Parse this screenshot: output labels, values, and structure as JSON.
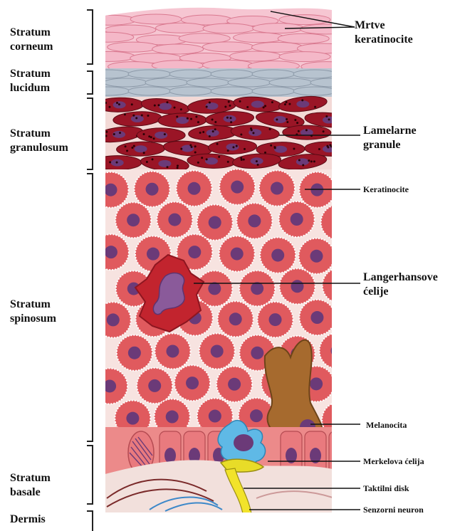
{
  "layers": {
    "corneum": {
      "line1": "Stratum",
      "line2": "corneum"
    },
    "lucidum": {
      "line1": "Stratum",
      "line2": "lucidum"
    },
    "granulosum": {
      "line1": "Stratum",
      "line2": "granulosum"
    },
    "spinosum": {
      "line1": "Stratum",
      "line2": "spinosum"
    },
    "basale": {
      "line1": "Stratum",
      "line2": "basale"
    },
    "dermis": {
      "line1": "Dermis"
    }
  },
  "callouts": {
    "dead_keratinocytes": {
      "line1": "Mrtve",
      "line2": "keratinocite"
    },
    "lamellar_granules": {
      "line1": "Lamelarne",
      "line2": "granule"
    },
    "keratinocytes": {
      "line1": "Keratinocite"
    },
    "langerhans": {
      "line1": "Langerhansove",
      "line2": "ćelije"
    },
    "melanocyte": {
      "line1": "Melanocita"
    },
    "merkel": {
      "line1": "Merkelova ćelija"
    },
    "tactile_disc": {
      "line1": "Taktilni disk"
    },
    "sensory_neuron": {
      "line1": "Senzorni neuron"
    }
  },
  "colors": {
    "corneum": "#f4b8c8",
    "lucidum": "#b7c3cf",
    "granulosum": "#9a1526",
    "spinosum": "#e05a5e",
    "nucleus": "#6b3a78",
    "langerhans": "#c2242e",
    "melanocyte": "#a66a2e",
    "merkel": "#5fb9e6",
    "neuron": "#f2e32a",
    "dermis": "#f2e0dc"
  }
}
